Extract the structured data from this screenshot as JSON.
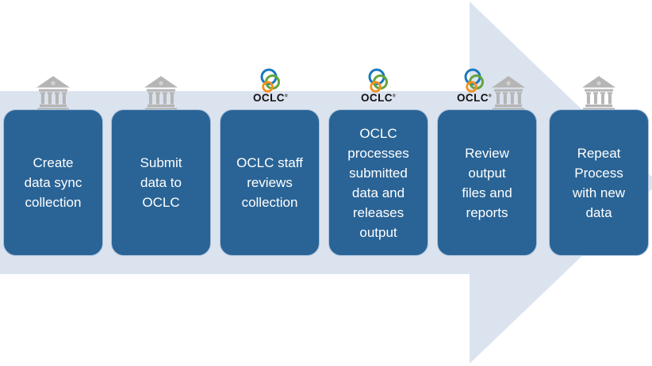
{
  "flow": {
    "steps": [
      {
        "label": "Create\ndata sync\ncollection",
        "icons": [
          "institution-icon"
        ]
      },
      {
        "label": "Submit\ndata to\nOCLC",
        "icons": [
          "institution-icon"
        ]
      },
      {
        "label": "OCLC staff\nreviews\ncollection",
        "icons": [
          "oclc-logo"
        ]
      },
      {
        "label": "OCLC\nprocesses\nsubmitted\ndata and\nreleases\noutput",
        "icons": [
          "oclc-logo"
        ]
      },
      {
        "label": "Review\noutput\nfiles and\nreports",
        "icons": [
          "oclc-logo",
          "institution-icon"
        ]
      },
      {
        "label": "Repeat\nProcess\nwith new\ndata",
        "icons": [
          "institution-icon"
        ]
      }
    ],
    "oclc_wordmark": "OCLC",
    "oclc_trademark_mark": "®"
  },
  "colors": {
    "arrow_fill": "#dbe3ef",
    "step_fill": "#2a6496",
    "step_border": "#a9bfd9",
    "step_text": "#ffffff",
    "institution_icon": "#b5b5b5",
    "institution_icon_light": "#d2d2d2",
    "logo_blue": "#1878bd",
    "logo_green": "#63a53c",
    "logo_orange": "#f3901d",
    "logo_text": "#111111"
  }
}
